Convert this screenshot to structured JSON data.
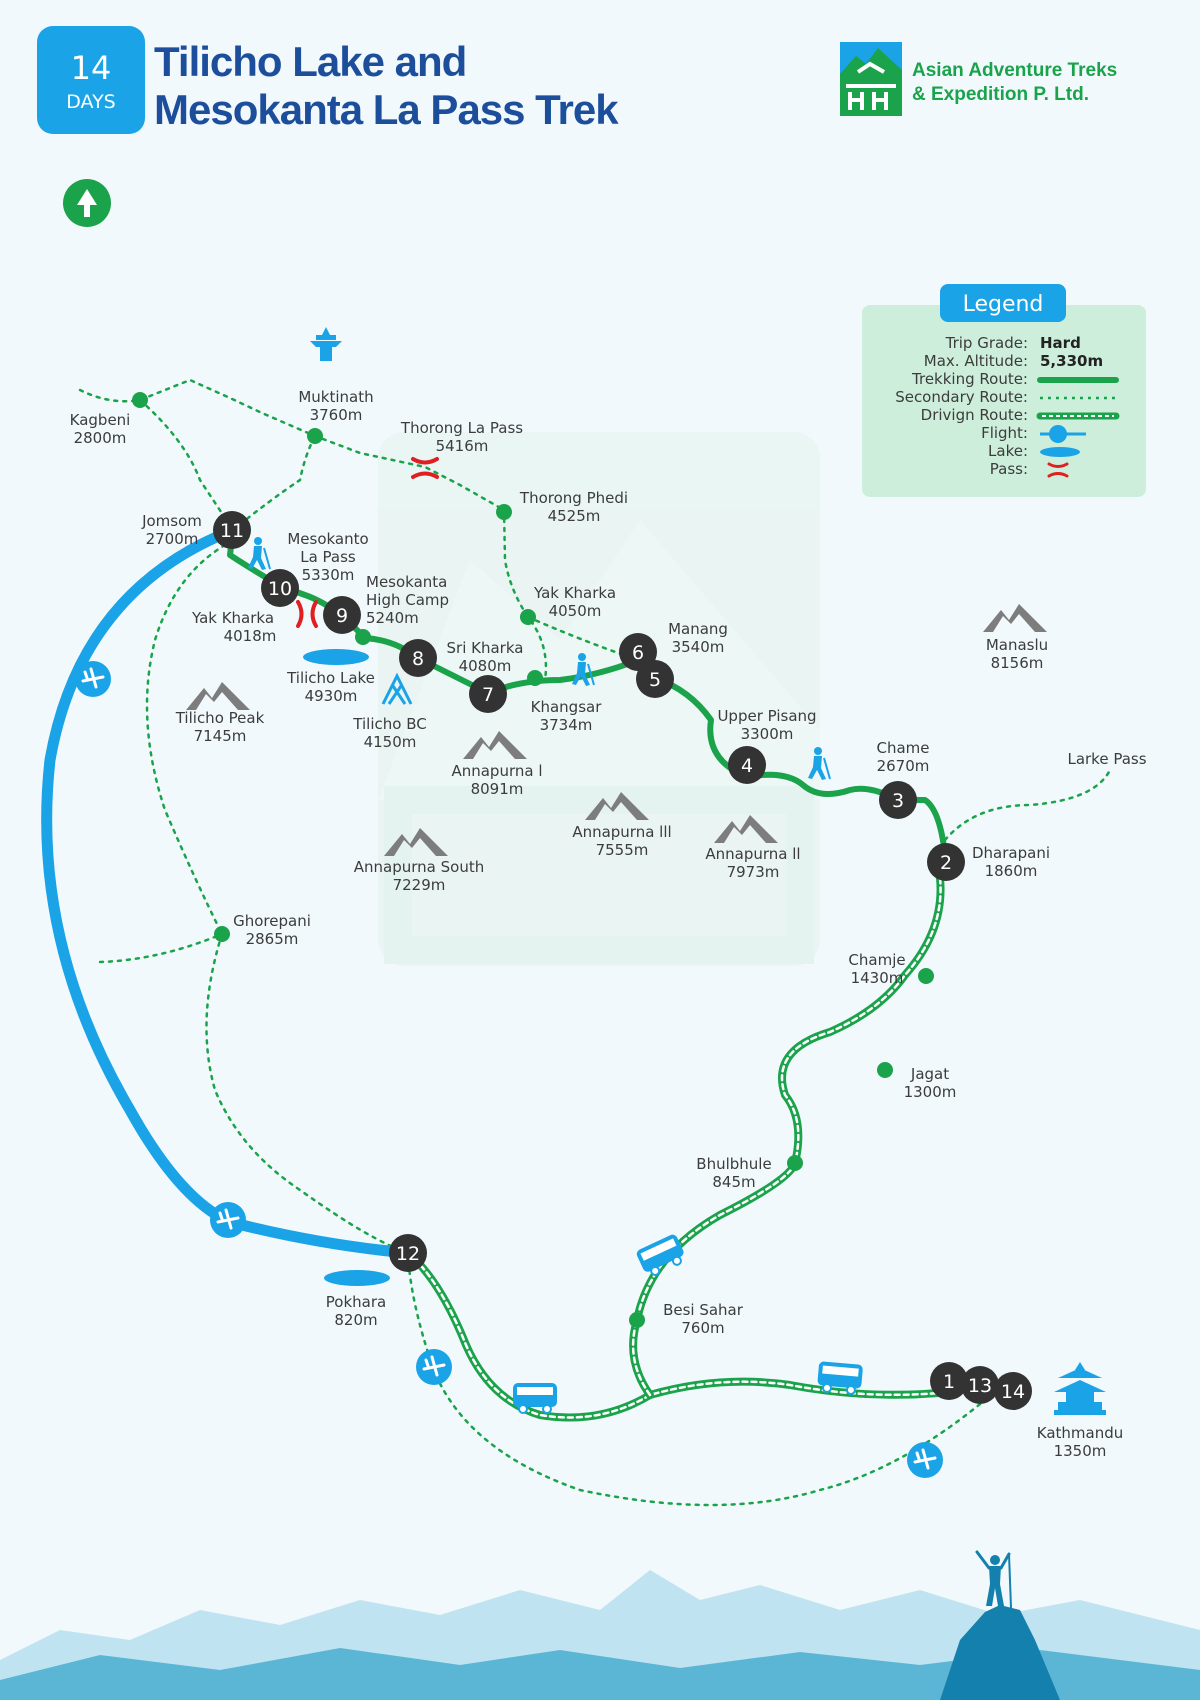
{
  "header": {
    "days_number": "14",
    "days_label": "DAYS",
    "title_line1": "Tilicho Lake and",
    "title_line2": "Mesokanta La Pass Trek",
    "company_line1": "Asian Adventure Treks",
    "company_line2": "& Expedition P. Ltd."
  },
  "legend": {
    "title": "Legend",
    "trip_grade_label": "Trip Grade:",
    "trip_grade_value": "Hard",
    "max_altitude_label": "Max. Altitude:",
    "max_altitude_value": "5,330m",
    "trekking_route_label": "Trekking Route:",
    "secondary_route_label": "Secondary Route:",
    "driving_route_label": "Drivign Route:",
    "flight_label": "Flight:",
    "lake_label": "Lake:",
    "pass_label": "Pass:"
  },
  "days": {
    "d1": "1",
    "d2": "2",
    "d3": "3",
    "d4": "4",
    "d5": "5",
    "d6": "6",
    "d7": "7",
    "d8": "8",
    "d9": "9",
    "d10": "10",
    "d11": "11",
    "d12": "12",
    "d13": "13",
    "d14": "14"
  },
  "places": {
    "kagbeni": {
      "name": "Kagbeni",
      "alt": "2800m"
    },
    "muktinath": {
      "name": "Muktinath",
      "alt": "3760m"
    },
    "thorong_la": {
      "name": "Thorong  La Pass",
      "alt": "5416m"
    },
    "thorong_phedi": {
      "name": "Thorong Phedi",
      "alt": "4525m"
    },
    "jomsom": {
      "name": "Jomsom",
      "alt": "2700m"
    },
    "mesokanto_la": {
      "line1": "Mesokanto",
      "line2": "La Pass",
      "alt": "5330m"
    },
    "mesokanta_hc": {
      "line1": "Mesokanta",
      "line2": "High Camp",
      "alt": "5240m"
    },
    "yak_kharka_w": {
      "name": "Yak Kharka",
      "alt": "4018m"
    },
    "yak_kharka_e": {
      "name": "Yak Kharka",
      "alt": "4050m"
    },
    "manang": {
      "name": "Manang",
      "alt": "3540m"
    },
    "sri_kharka": {
      "name": "Sri Kharka",
      "alt": "4080m"
    },
    "tilicho_lake": {
      "name": "Tilicho Lake",
      "alt": "4930m"
    },
    "tilicho_bc": {
      "name": "Tilicho BC",
      "alt": "4150m"
    },
    "khangsar": {
      "name": "Khangsar",
      "alt": "3734m"
    },
    "upper_pisang": {
      "name": "Upper Pisang",
      "alt": "3300m"
    },
    "chame": {
      "name": "Chame",
      "alt": "2670m"
    },
    "larke": {
      "name": "Larke Pass"
    },
    "dharapani": {
      "name": "Dharapani",
      "alt": "1860m"
    },
    "chamje": {
      "name": "Chamje",
      "alt": "1430m"
    },
    "jagat": {
      "name": "Jagat",
      "alt": "1300m"
    },
    "bhulbhule": {
      "name": "Bhulbhule",
      "alt": "845m"
    },
    "besi_sahar": {
      "name": "Besi Sahar",
      "alt": "760m"
    },
    "ghorepani": {
      "name": "Ghorepani",
      "alt": "2865m"
    },
    "pokhara": {
      "name": "Pokhara",
      "alt": "820m"
    },
    "kathmandu": {
      "name": "Kathmandu",
      "alt": "1350m"
    }
  },
  "peaks": {
    "manaslu": {
      "name": "Manaslu",
      "alt": "8156m"
    },
    "tilicho_peak": {
      "name": "Tilicho Peak",
      "alt": "7145m"
    },
    "annapurna_1": {
      "name": "Annapurna l",
      "alt": "8091m"
    },
    "annapurna_3": {
      "name": "Annapurna lll",
      "alt": "7555m"
    },
    "annapurna_2": {
      "name": "Annapurna ll",
      "alt": "7973m"
    },
    "annapurna_south": {
      "name": "Annapurna South",
      "alt": "7229m"
    }
  },
  "colors": {
    "trek_green": "#1aa34a",
    "flight_blue": "#1aa3e6",
    "day_circle": "#333333",
    "pass_red": "#e02020",
    "title_blue": "#1c4e9c",
    "legend_bg": "#cdeedb"
  }
}
